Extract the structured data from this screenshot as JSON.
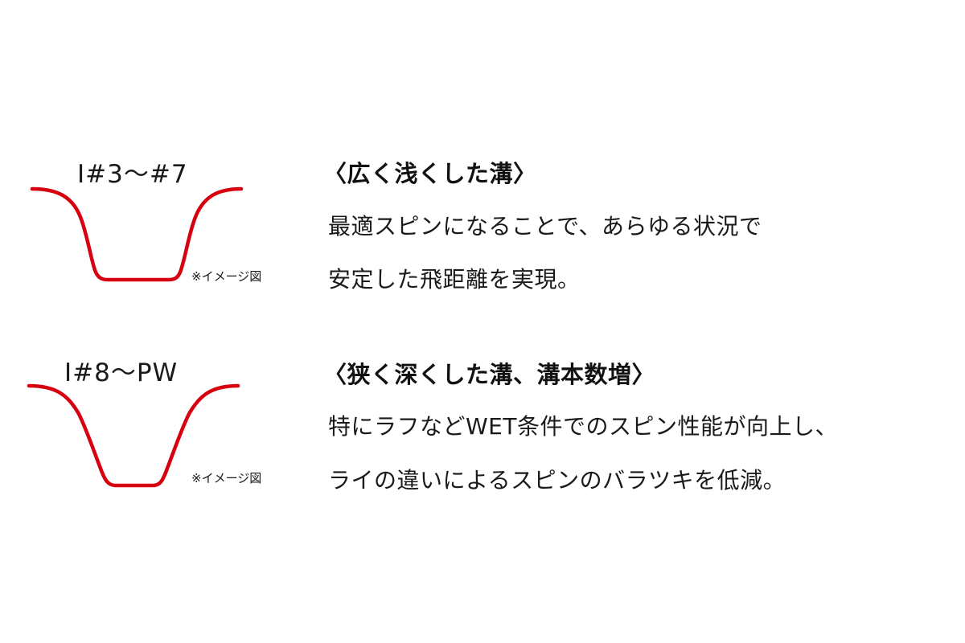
{
  "colors": {
    "groove_line": "#d7000f",
    "text": "#1a1a1a",
    "background": "#ffffff"
  },
  "sections": [
    {
      "groove_label": "I#3～#7",
      "image_note": "※イメージ図",
      "heading": "〈広く浅くした溝〉",
      "description_lines": [
        "最適スピンになることで、あらゆる状況で",
        "安定した飛距離を実現。"
      ],
      "groove_shape": "wide-shallow"
    },
    {
      "groove_label": "I#8～PW",
      "image_note": "※イメージ図",
      "heading": "〈狭く深くした溝、溝本数増〉",
      "description_lines": [
        "特にラフなどWET条件でのスピン性能が向上し、",
        "ライの違いによるスピンのバラツキを低減。"
      ],
      "groove_shape": "narrow-deep"
    }
  ]
}
